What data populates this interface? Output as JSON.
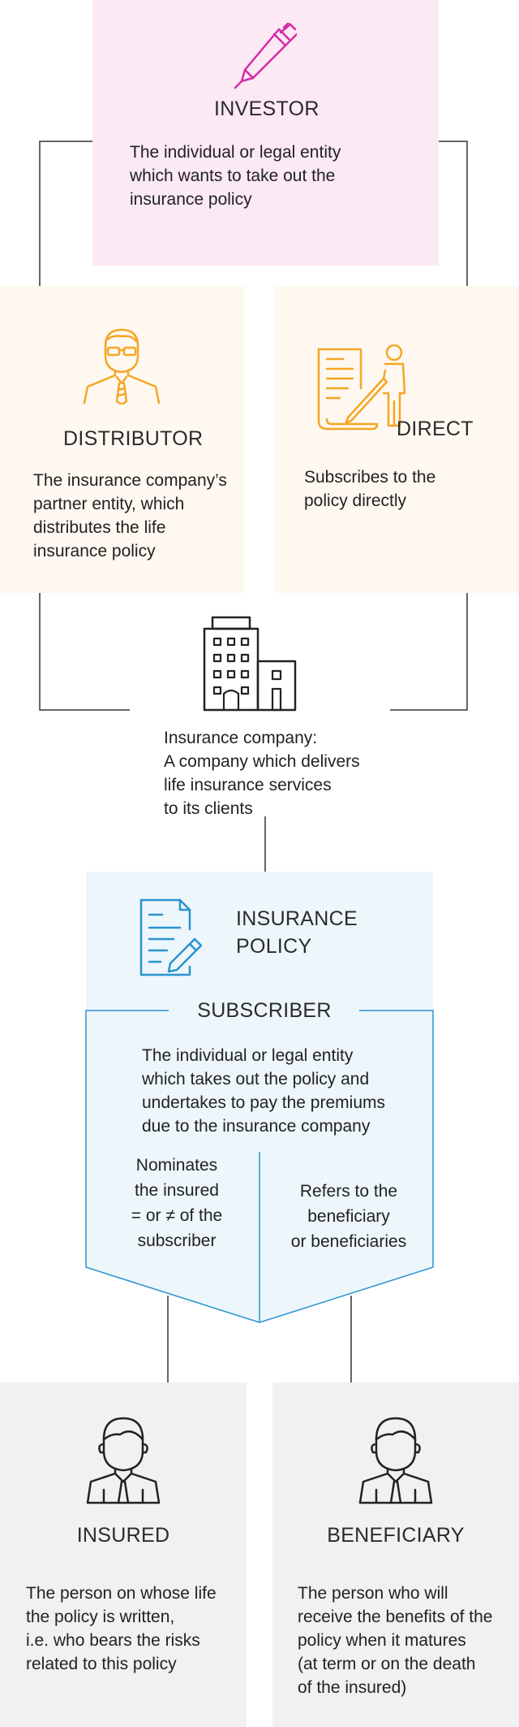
{
  "investor": {
    "title": "INVESTOR",
    "desc_lines": [
      "The individual or legal entity",
      "which wants to take out the",
      "insurance policy"
    ],
    "icon": "pen-icon",
    "color": "#d62ba6",
    "bg": "#fbe9f4"
  },
  "distributor": {
    "title": "DISTRIBUTOR",
    "desc_lines": [
      "The insurance company’s",
      "partner entity, which",
      "distributes the life",
      "insurance policy"
    ],
    "icon": "businessman-icon",
    "color": "#f5a623",
    "bg": "#fef8f1"
  },
  "direct": {
    "title": "DIRECT",
    "desc_lines": [
      "Subscribes to the",
      "policy directly"
    ],
    "icon": "document-person-icon",
    "color": "#f5a623",
    "bg": "#fef8f1"
  },
  "insurance_company": {
    "desc_lines": [
      "Insurance company:",
      "A company which delivers",
      "life insurance services",
      "to its clients"
    ],
    "icon": "building-icon"
  },
  "policy": {
    "title_lines": [
      "INSURANCE",
      "POLICY"
    ],
    "icon": "policy-document-icon",
    "color": "#2a93cf",
    "bg": "#edf6fb"
  },
  "subscriber": {
    "title": "SUBSCRIBER",
    "desc_lines": [
      "The individual or legal entity",
      "which takes out the policy and",
      "undertakes to pay the premiums",
      "due to the insurance company"
    ],
    "left_lines": [
      "Nominates",
      "the insured",
      "= or ≠ of the",
      "subscriber"
    ],
    "right_lines": [
      "Refers to the",
      "beneficiary",
      "or beneficiaries"
    ]
  },
  "insured": {
    "title": "INSURED",
    "desc_lines": [
      "The person on whose life",
      "the policy is written,",
      "i.e. who bears the risks",
      "related to this policy"
    ],
    "icon": "person-icon",
    "bg": "#f1f1f1"
  },
  "beneficiary": {
    "title": "BENEFICIARY",
    "desc_lines": [
      "The person who will",
      "receive the benefits of the",
      "policy when it matures",
      "(at term or on the death",
      "of the insured)"
    ],
    "icon": "person-icon",
    "bg": "#f1f1f1"
  }
}
